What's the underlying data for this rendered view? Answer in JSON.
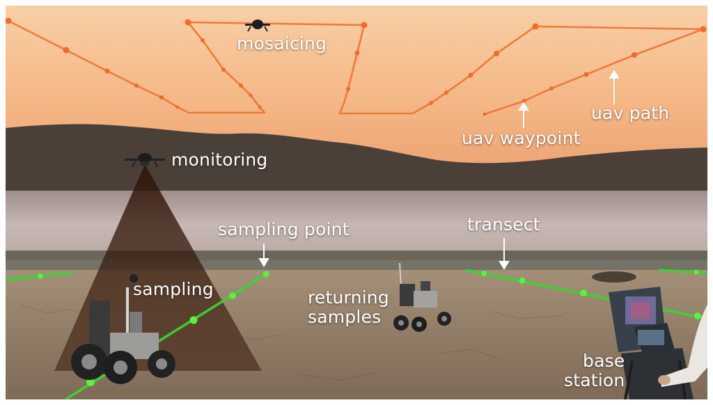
{
  "labels": {
    "mosaicing": "mosaicing",
    "monitoring": "monitoring",
    "uav_waypoint": "uav waypoint",
    "uav_path": "uav path",
    "sampling_point": "sampling point",
    "transect": "transect",
    "sampling": "sampling",
    "returning_samples": "returning\nsamples",
    "base_station": "base\nstation"
  },
  "colors": {
    "uav_path": "#ee7a3c",
    "waypoint": "#f06a2a",
    "transect": "#39d531",
    "sampling_point": "#56ee3a",
    "sky_top": "#f7c79a",
    "sky_bottom": "#f3b27f",
    "hills": "#4a3f37",
    "water": "#c8b9b4",
    "ground": "#927f6a",
    "camera_cone": "#3a1f12"
  },
  "icons": [
    "drone-icon",
    "rover-icon",
    "base-station-icon",
    "arrow-down-icon",
    "arrow-up-icon"
  ]
}
